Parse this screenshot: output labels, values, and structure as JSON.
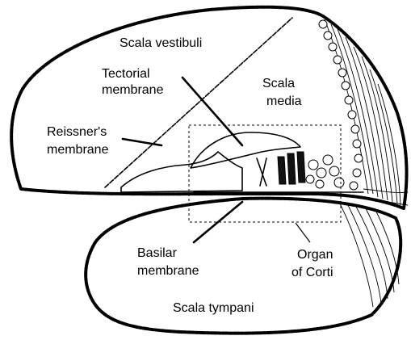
{
  "labels": {
    "scala_vestibuli": "Scala vestibuli",
    "tectorial_membrane_line1": "Tectorial",
    "tectorial_membrane_line2": "membrane",
    "scala_media_line1": "Scala",
    "scala_media_line2": "media",
    "reissners_membrane_line1": "Reissner's",
    "reissners_membrane_line2": "membrane",
    "basilar_membrane_line1": "Basilar",
    "basilar_membrane_line2": "membrane",
    "organ_of_corti_line1": "Organ",
    "organ_of_corti_line2": "of Corti",
    "scala_tympani": "Scala tympani"
  }
}
